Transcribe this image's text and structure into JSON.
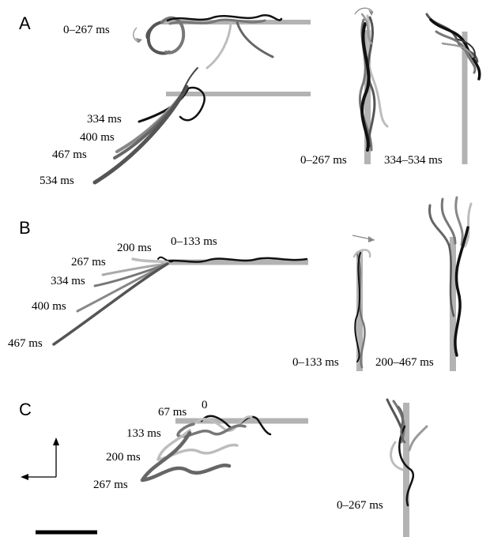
{
  "panels": [
    {
      "label": "A"
    },
    {
      "label": "B"
    },
    {
      "label": "C"
    }
  ],
  "time_labels": {
    "a_top": "0–267 ms",
    "a_334": "334 ms",
    "a_400": "400 ms",
    "a_467": "467 ms",
    "a_534": "534 ms",
    "a_side1": "0–267 ms",
    "a_side2": "334–534 ms",
    "b_200": "200 ms",
    "b_0_133": "0–133 ms",
    "b_267": "267 ms",
    "b_334": "334 ms",
    "b_400": "400 ms",
    "b_467": "467 ms",
    "b_side1": "0–133 ms",
    "b_side2": "200–467 ms",
    "c_67": "67 ms",
    "c_0": "0",
    "c_133": "133 ms",
    "c_200": "200 ms",
    "c_267": "267 ms",
    "c_side": "0–267 ms"
  },
  "colors": {
    "rod": "#b3b3b3",
    "black": "#111111",
    "dark_gray": "#555555",
    "mid_gray": "#777777",
    "light_gray": "#bdbdbd",
    "scale_bar": "#000000"
  }
}
